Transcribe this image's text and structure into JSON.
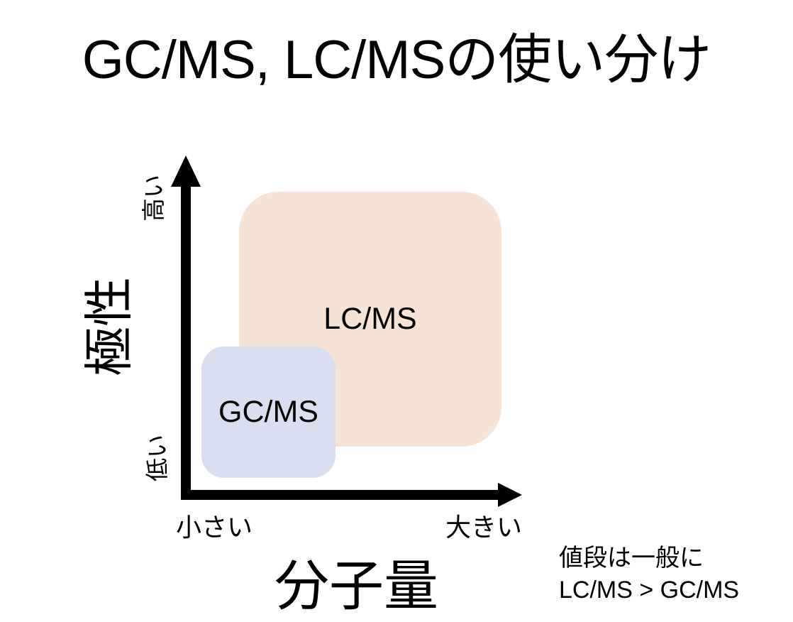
{
  "title": "GC/MS, LC/MSの使い分け",
  "diagram": {
    "y_axis": {
      "title": "極性",
      "high_label": "高い",
      "low_label": "低い"
    },
    "x_axis": {
      "title": "分子量",
      "small_label": "小さい",
      "large_label": "大きい"
    },
    "regions": [
      {
        "id": "lcms",
        "label": "LC/MS",
        "fill": "#F6E3D6",
        "position": "large molecular weight, low-to-high polarity (upper right, large box)"
      },
      {
        "id": "gcms",
        "label": "GC/MS",
        "fill": "#D9DFF0",
        "position": "small molecular weight, low polarity (lower left, small box)"
      }
    ]
  },
  "note": {
    "line1": "値段は一般に",
    "line2": "LC/MS > GC/MS"
  },
  "colors": {
    "background": "#FFFFFF",
    "axis": "#000000",
    "text": "#000000",
    "lcms_fill": "#F6E3D6",
    "gcms_fill": "#D9DFF0"
  }
}
